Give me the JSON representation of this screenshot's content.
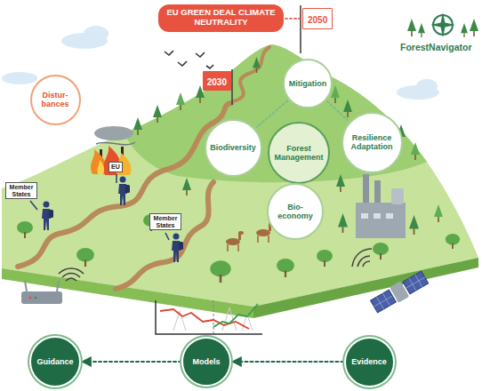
{
  "diagram": {
    "nodes": [
      {
        "text": [
          "EU GREEN DEAL CLIMATE NEUTRALITY"
        ]
      },
      {
        "text": [
          "2050"
        ]
      },
      {
        "text": [
          "2030"
        ]
      },
      {
        "text": [
          "Distur- bances"
        ]
      },
      {
        "text": [
          "Mitigation"
        ]
      },
      {
        "text": [
          "Biodiversity"
        ]
      },
      {
        "text": [
          "Forest Management"
        ]
      },
      {
        "text": [
          "Resilience Adaptation"
        ]
      },
      {
        "text": [
          "Bio- economy"
        ]
      },
      {
        "text": [
          "Guidance"
        ]
      },
      {
        "text": [
          "Models"
        ]
      },
      {
        "text": [
          "Evidence"
        ]
      }
    ],
    "edges": [
      {
        "from": 0,
        "to": 1,
        "arrow": "none"
      },
      {
        "from": 4,
        "to": 5,
        "arrow": "none"
      },
      {
        "from": 4,
        "to": 7,
        "arrow": "none"
      },
      {
        "from": 11,
        "to": 10,
        "arrow": "to"
      },
      {
        "from": 10,
        "to": 9,
        "arrow": "to"
      }
    ],
    "labels": [
      "ForestNavigator",
      "Member States",
      "EU",
      "Member States"
    ]
  }
}
